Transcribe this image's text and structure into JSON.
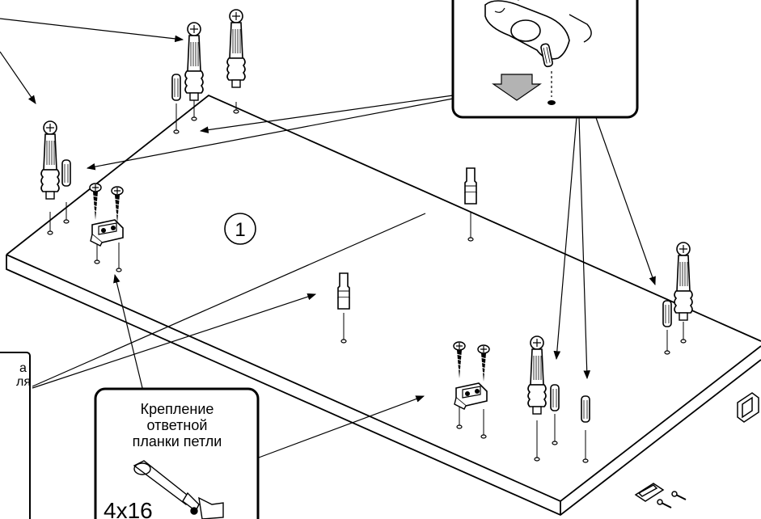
{
  "step": {
    "panel_number": "1"
  },
  "callout_left": {
    "line1": "а",
    "line2": "ля"
  },
  "callout_hinge": {
    "line1": "Крепление",
    "line2": "ответной",
    "line3": "планки петли",
    "screw_size": "4x16"
  },
  "colors": {
    "ink": "#000000",
    "paper": "#ffffff",
    "arrow_fill": "#b3b3b3"
  }
}
